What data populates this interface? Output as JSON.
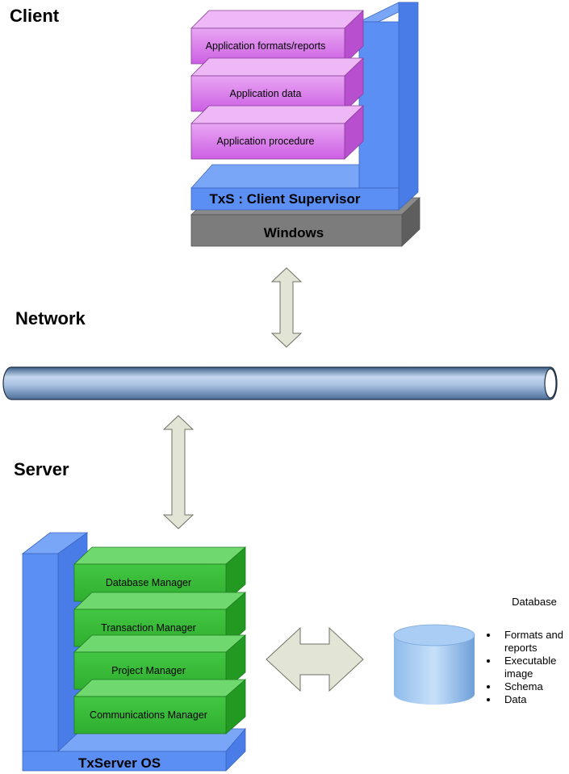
{
  "client": {
    "title": "Client",
    "layers": [
      "Application formats/reports",
      "Application data",
      "Application procedure"
    ],
    "supervisor": "TxS : Client Supervisor",
    "os": "Windows"
  },
  "network": {
    "title": "Network"
  },
  "server": {
    "title": "Server",
    "modules": [
      "Database Manager",
      "Transaction Manager",
      "Project Manager",
      "Communications Manager"
    ],
    "os": "TxServer OS"
  },
  "database": {
    "title": "Database",
    "items": [
      [
        "Formats and",
        "reports"
      ],
      [
        "Executable",
        "image"
      ],
      [
        "Schema"
      ],
      [
        "Data"
      ]
    ]
  },
  "colors": {
    "purple": "#d66ee8",
    "blue": "#5b8ff4",
    "gray": "#7a7a7a",
    "green": "#3fc23f",
    "arrow": "#e2e5d6"
  }
}
